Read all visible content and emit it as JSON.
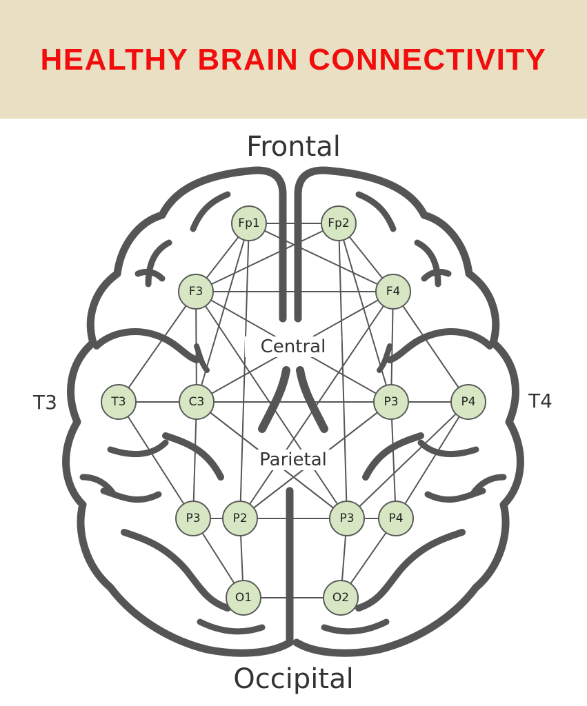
{
  "title": "HEALTHY BRAIN CONNECTIVITY",
  "regions": {
    "frontal": "Frontal",
    "occipital": "Occipital",
    "central": "Central",
    "parietal": "Parietal",
    "left_temporal": "T3",
    "right_temporal": "T4"
  },
  "colors": {
    "banner": "#e9dfc3",
    "title": "#f20d0d",
    "brain_outline": "#555555",
    "connection": "#555555",
    "node_fill": "#d7e7c4",
    "node_stroke": "#5a5a5a"
  },
  "nodes": [
    "Fp1",
    "Fp2",
    "F3",
    "F4",
    "T3",
    "C3",
    "P3",
    "P4",
    "P3",
    "P2",
    "P3",
    "P4",
    "O1",
    "O2"
  ],
  "connections": [
    [
      0,
      1
    ],
    [
      0,
      2
    ],
    [
      0,
      5
    ],
    [
      0,
      9
    ],
    [
      0,
      3
    ],
    [
      1,
      3
    ],
    [
      1,
      10
    ],
    [
      1,
      2
    ],
    [
      1,
      6
    ],
    [
      2,
      3
    ],
    [
      2,
      4
    ],
    [
      2,
      5
    ],
    [
      2,
      6
    ],
    [
      2,
      10
    ],
    [
      3,
      7
    ],
    [
      3,
      6
    ],
    [
      3,
      5
    ],
    [
      3,
      9
    ],
    [
      4,
      5
    ],
    [
      4,
      8
    ],
    [
      5,
      6
    ],
    [
      5,
      8
    ],
    [
      5,
      10
    ],
    [
      6,
      7
    ],
    [
      6,
      11
    ],
    [
      6,
      9
    ],
    [
      7,
      11
    ],
    [
      7,
      10
    ],
    [
      8,
      9
    ],
    [
      8,
      12
    ],
    [
      9,
      10
    ],
    [
      9,
      12
    ],
    [
      9,
      6
    ],
    [
      10,
      11
    ],
    [
      10,
      13
    ],
    [
      10,
      5
    ],
    [
      11,
      13
    ],
    [
      12,
      13
    ]
  ]
}
